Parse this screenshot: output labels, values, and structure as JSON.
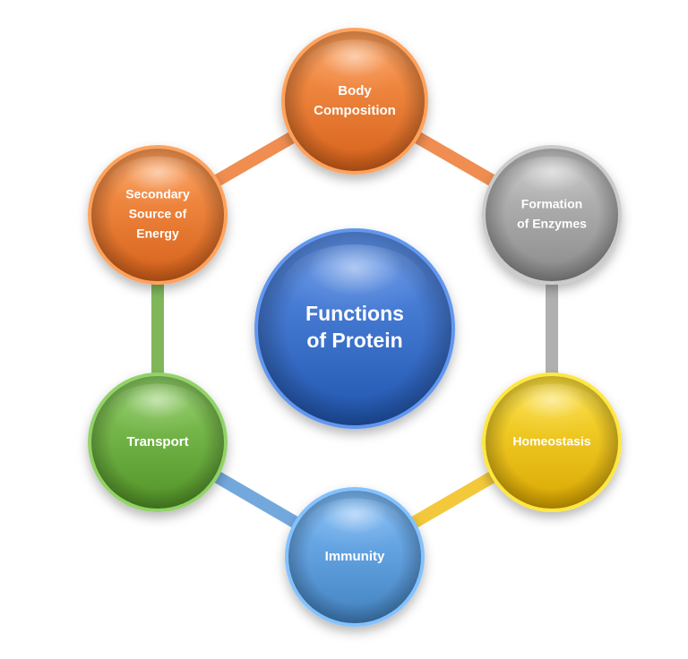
{
  "center": {
    "lines": [
      "Functions",
      "of Protein"
    ],
    "color": "#3a6fc8"
  },
  "nodes": [
    {
      "id": "body-composition",
      "lines": [
        "Body",
        "Composition"
      ],
      "color": "#ee7a33"
    },
    {
      "id": "formation-of-enzymes",
      "lines": [
        "Formation",
        "of Enzymes"
      ],
      "color": "#a3a3a3"
    },
    {
      "id": "homeostasis",
      "lines": [
        "Homeostasis"
      ],
      "color": "#f2bf1a"
    },
    {
      "id": "immunity",
      "lines": [
        "Immunity"
      ],
      "color": "#5b9ad8"
    },
    {
      "id": "transport",
      "lines": [
        "Transport"
      ],
      "color": "#6aab3f"
    },
    {
      "id": "secondary-source-of-energy",
      "lines": [
        "Secondary",
        "Source of",
        "Energy"
      ],
      "color": "#ee7a33"
    }
  ]
}
